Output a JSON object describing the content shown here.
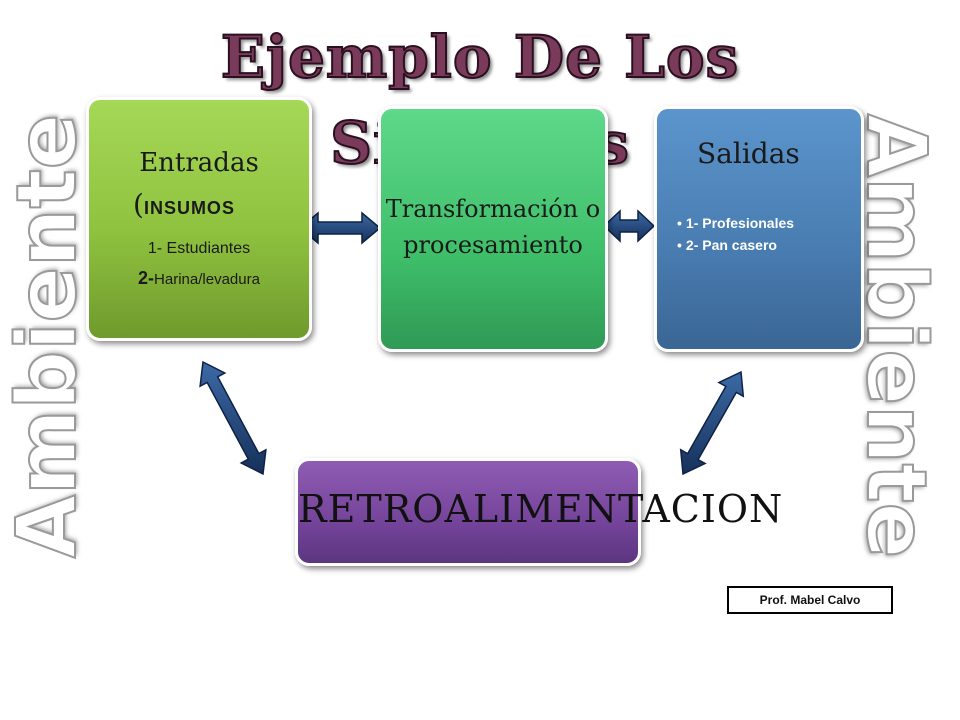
{
  "title": "Ejemplo De Los Sistemas",
  "entradas": {
    "title_line1": "Entradas",
    "paren": "(",
    "title_insumos": "INSUMOS",
    "item1": "1- Estudiantes",
    "item2_prefix": "2-",
    "item2_text": "Harina/levadura"
  },
  "proceso": {
    "line1": "Transformación o",
    "line2": "procesamiento"
  },
  "salidas": {
    "title": "Salidas",
    "items": [
      "1- Profesionales",
      "2- Pan casero"
    ]
  },
  "retroalimentacion": "RETROALIMENTACION",
  "ambiente_left": "Ambiente",
  "ambiente_right": "Ambiente",
  "credit": "Prof. Mabel Calvo",
  "colors": {
    "entradas": "#8fc23f",
    "proceso": "#3fbf6a",
    "salidas": "#4a7eb3",
    "retroalimentacion": "#74449a",
    "arrow": "#1f3f6e"
  }
}
